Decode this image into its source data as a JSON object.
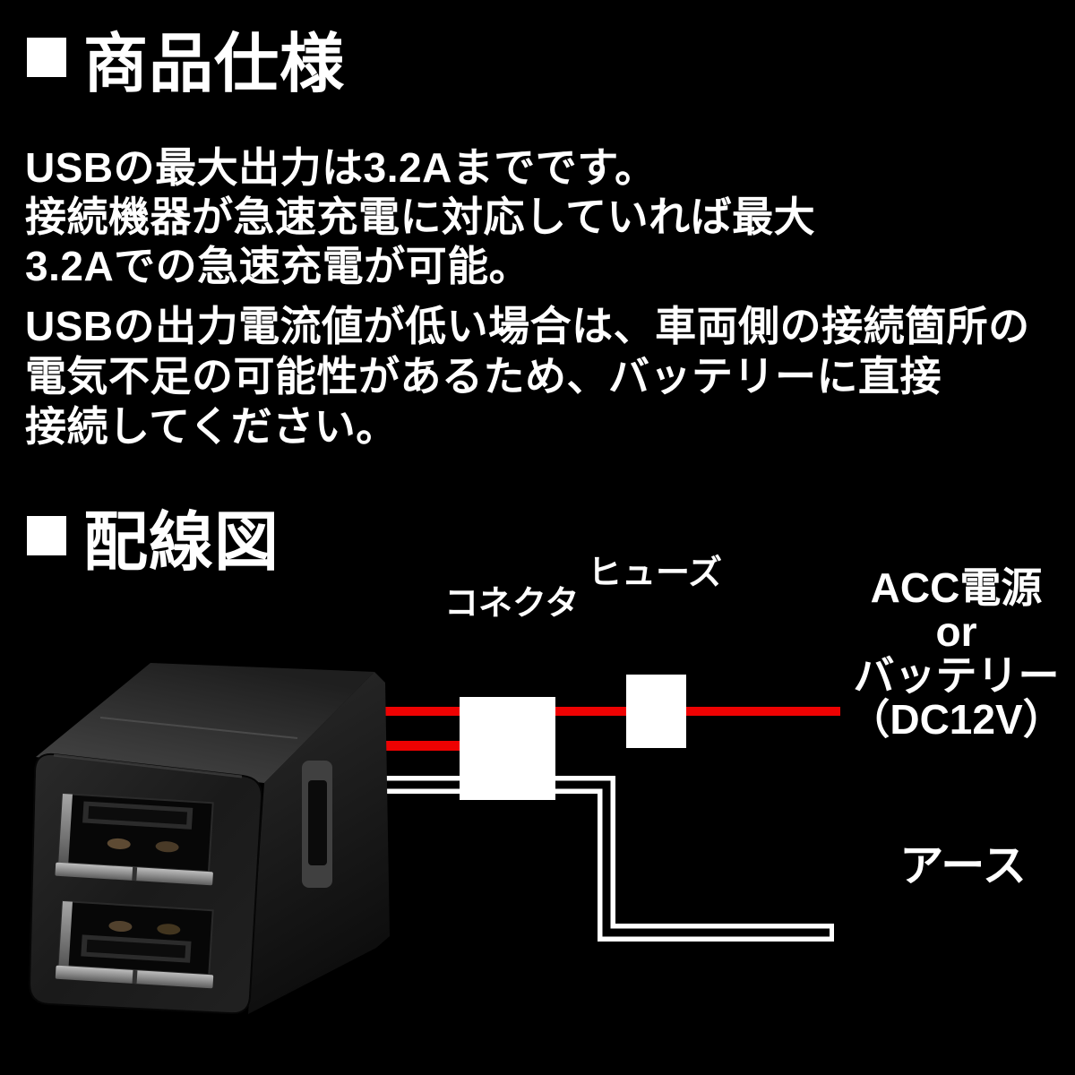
{
  "page": {
    "background": "#000000",
    "text_color": "#ffffff",
    "wire_power_color": "#ee0202",
    "wire_ground_color": "#ffffff"
  },
  "spec_section": {
    "heading": "商品仕様",
    "paragraph1_lines": [
      "USBの最大出力は3.2Aまでです。",
      "接続機器が急速充電に対応していれば最大",
      "3.2Aでの急速充電が可能。"
    ],
    "paragraph2_lines": [
      "USBの出力電流値が低い場合は、車両側の接続箇所の",
      "電気不足の可能性があるため、バッテリーに直接",
      "接続してください。"
    ]
  },
  "wiring_section": {
    "heading": "配線図",
    "connector_label": "コネクタ",
    "fuse_label": "ヒューズ",
    "power_label_lines": [
      "ACC電源",
      "or",
      "バッテリー",
      "（DC12V）"
    ],
    "ground_label": "アース"
  }
}
